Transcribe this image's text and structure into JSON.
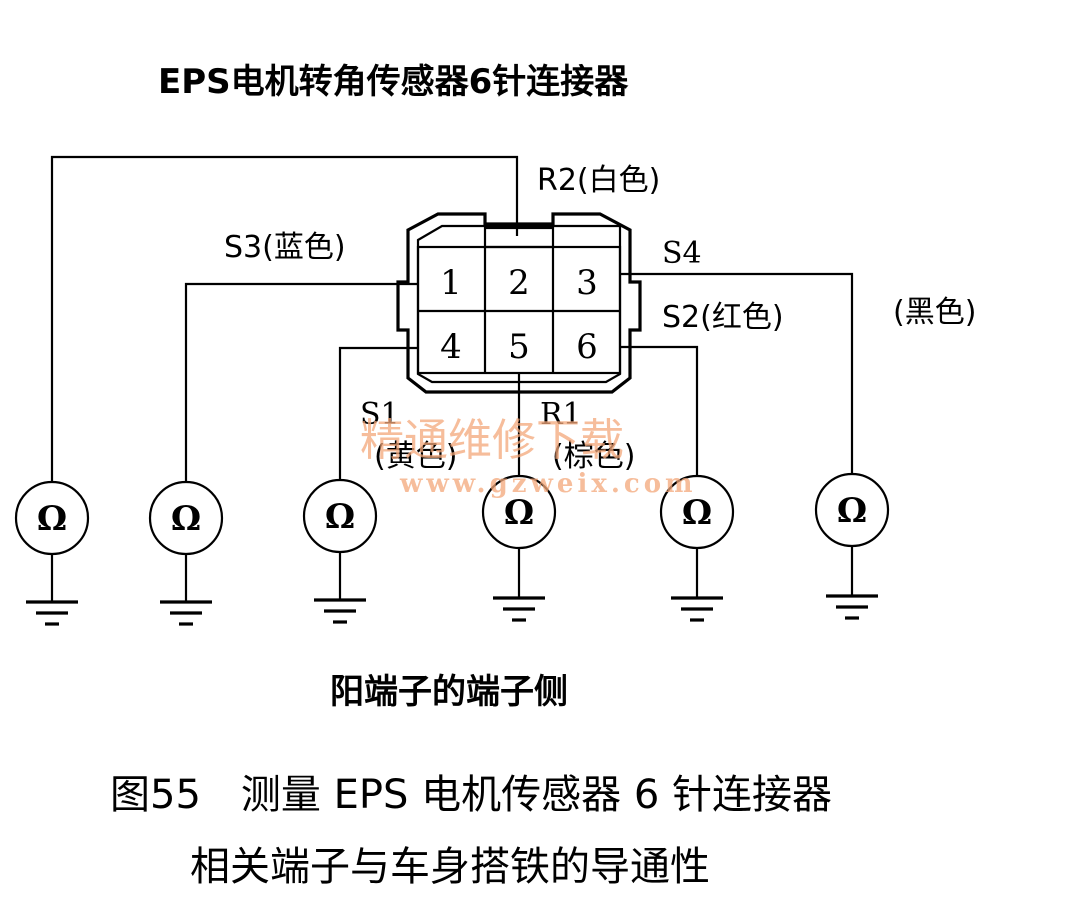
{
  "title": "EPS电机转角传感器6针连接器",
  "connector": {
    "pins": [
      "1",
      "2",
      "3",
      "4",
      "5",
      "6"
    ]
  },
  "wires": {
    "r2": "R2(白色)",
    "s3": "S3(蓝色)",
    "s4": "S4",
    "s2": "S2(红色)",
    "black": "(黑色)",
    "s1_name": "S1",
    "s1_color": "(黄色)",
    "r1_name": "R1",
    "r1_color": "(棕色)"
  },
  "meters": {
    "symbol": "Ω",
    "count": 6
  },
  "side_label": "阳端子的端子侧",
  "caption": {
    "line1": "图55　测量 EPS 电机传感器 6 针连接器",
    "line2": "相关端子与车身搭铁的导通性"
  },
  "watermark": {
    "text": "精通维修下载",
    "url": "www.gzweix.com"
  }
}
